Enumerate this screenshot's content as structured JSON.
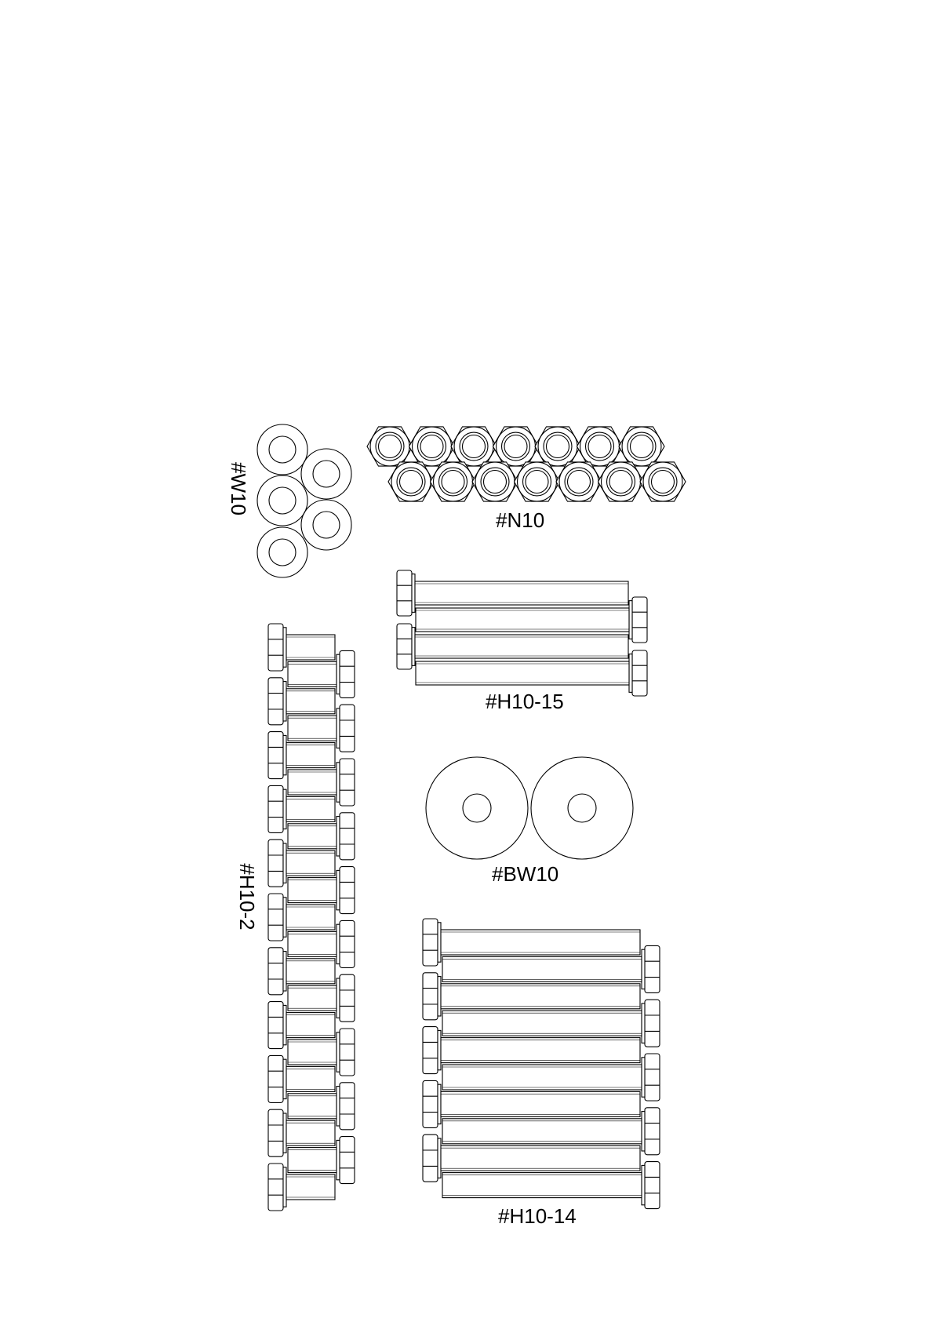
{
  "labels": {
    "w10": "#W10",
    "n10": "#N10",
    "h10_15": "#H10-15",
    "h10_2": "#H10-2",
    "bw10": "#BW10",
    "h10_14": "#H10-14"
  },
  "groups": {
    "w10": {
      "washers": 5
    },
    "n10": {
      "rows": [
        7,
        7
      ]
    },
    "h10_15": {
      "bolts": 4
    },
    "h10_2": {
      "bolts": 21
    },
    "bw10": {
      "washers": 2
    },
    "h10_14": {
      "bolts": 10
    }
  },
  "colors": {
    "stroke": "#000000",
    "background": "#ffffff"
  }
}
